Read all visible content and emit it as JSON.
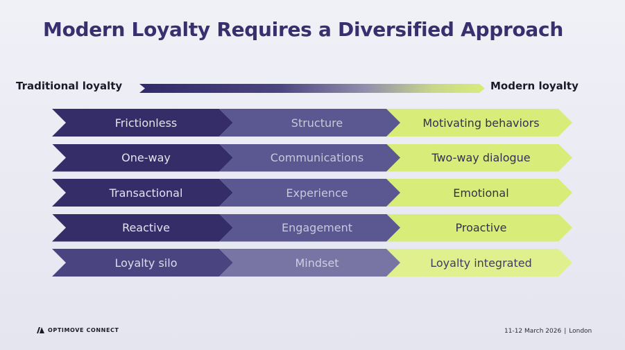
{
  "title": "Modern Loyalty Requires a Diversified Approach",
  "spectrum": {
    "left_label": "Traditional loyalty",
    "right_label": "Modern loyalty"
  },
  "rows": [
    {
      "traditional": "Frictionless",
      "dimension": "Structure",
      "modern": "Motivating behaviors"
    },
    {
      "traditional": "One-way",
      "dimension": "Communications",
      "modern": "Two-way dialogue"
    },
    {
      "traditional": "Transactional",
      "dimension": "Experience",
      "modern": "Emotional"
    },
    {
      "traditional": "Reactive",
      "dimension": "Engagement",
      "modern": "Proactive"
    },
    {
      "traditional": "Loyalty silo",
      "dimension": "Mindset",
      "modern": "Loyalty integrated"
    }
  ],
  "footer": {
    "brand": "OPTIMOVE CONNECT",
    "dates": "11-12 March 2026",
    "separator": "|",
    "location": "London"
  },
  "colors": {
    "title": "#38306e",
    "traditional_chevron": "#342d68",
    "dimension_chevron": "#5b5790",
    "modern_chevron": "#d8ec7a"
  },
  "icons": {
    "brand": "optimove-logo-icon"
  }
}
